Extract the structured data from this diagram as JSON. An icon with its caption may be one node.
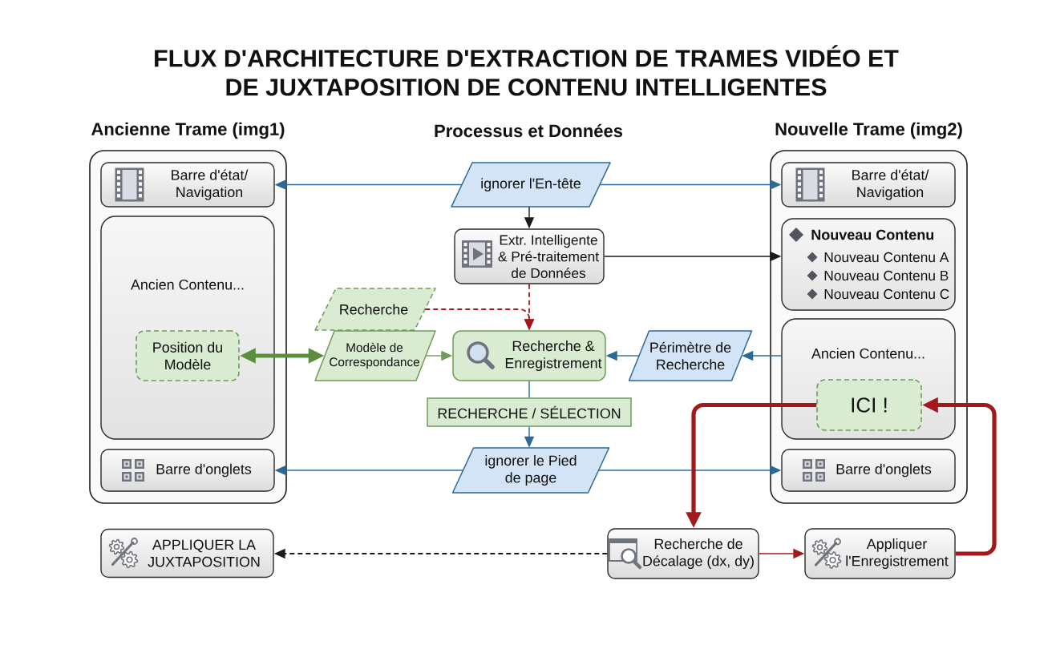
{
  "diagram": {
    "title": "FLUX D'ARCHITECTURE D'EXTRACTION DE TRAMES VIDÉO ET DE JUXTAPOSITION DE CONTENU INTELLIGENTES",
    "nodes": [
      {
        "text": [
          "Ancienne Trame (img1)"
        ]
      },
      {
        "text": [
          "Barre d'état/ Navigation"
        ],
        "in": 0
      },
      {
        "text": [
          "Ancien Contenu..."
        ],
        "in": 0
      },
      {
        "text": [
          "Position du Modèle"
        ],
        "in": 2
      },
      {
        "text": [
          "Barre d'onglets"
        ],
        "in": 0
      },
      {
        "text": [
          "Nouvelle Trame (img2)"
        ]
      },
      {
        "text": [
          "Barre d'état/ Navigation"
        ],
        "in": 5
      },
      {
        "text": [
          "Nouveau Contenu",
          "Nouveau Contenu A",
          "Nouveau Contenu B",
          "Nouveau Contenu C"
        ],
        "in": 5
      },
      {
        "text": [
          "Ancien Contenu..."
        ],
        "in": 5
      },
      {
        "text": [
          "ICI !"
        ],
        "in": 8
      },
      {
        "text": [
          "Barre d'onglets"
        ],
        "in": 5
      },
      {
        "text": [
          "ignorer l'En-tête"
        ]
      },
      {
        "text": [
          "Extr. Intelligente & Pré-traitement de Données"
        ]
      },
      {
        "text": [
          "Recherche"
        ]
      },
      {
        "text": [
          "Modèle de Correspondance"
        ]
      },
      {
        "text": [
          "Recherche & Enregistrement"
        ]
      },
      {
        "text": [
          "Périmètre de Recherche"
        ]
      },
      {
        "text": [
          "RECHERCHE / SÉLECTION"
        ]
      },
      {
        "text": [
          "ignorer le Pied de page"
        ]
      },
      {
        "text": [
          "APPLIQUER LA JUXTAPOSITION"
        ]
      },
      {
        "text": [
          "Recherche de Décalage (dx, dy)"
        ]
      },
      {
        "text": [
          "Appliquer l'Enregistrement"
        ]
      }
    ],
    "edges": [
      {
        "from": 11,
        "to": 1,
        "arrow": "to"
      },
      {
        "from": 11,
        "to": 6,
        "arrow": "to"
      },
      {
        "from": 11,
        "to": 12,
        "arrow": "to",
        "color": "#1a1a1a"
      },
      {
        "from": 12,
        "to": 7,
        "arrow": "to",
        "color": "#1a1a1a"
      },
      {
        "from": 12,
        "to": 15,
        "arrow": "to",
        "style": "dashed",
        "color": "#a3191b"
      },
      {
        "from": 13,
        "to": 15,
        "arrow": "to",
        "style": "dashed",
        "color": "#a3191b"
      },
      {
        "from": 3,
        "to": 14,
        "arrow": "both",
        "style": "thick",
        "color": "#5b8f3e"
      },
      {
        "from": 14,
        "to": 15,
        "arrow": "to",
        "color": "#6f9c5b"
      },
      {
        "from": 16,
        "to": 15,
        "arrow": "to"
      },
      {
        "from": 8,
        "to": 16,
        "arrow": "to"
      },
      {
        "from": 15,
        "to": 17,
        "arrow": "none"
      },
      {
        "from": 17,
        "to": 18,
        "arrow": "to"
      },
      {
        "from": 18,
        "to": 4,
        "arrow": "to"
      },
      {
        "from": 18,
        "to": 10,
        "arrow": "to"
      },
      {
        "from": 9,
        "to": 20,
        "arrow": "to",
        "style": "thick",
        "color": "#a3191b"
      },
      {
        "from": 20,
        "to": 21,
        "arrow": "to",
        "color": "#a3191b"
      },
      {
        "from": 21,
        "to": 9,
        "arrow": "to",
        "style": "thick",
        "color": "#a3191b"
      },
      {
        "from": 20,
        "to": 19,
        "arrow": "to",
        "style": "dashed",
        "color": "#1a1a1a"
      }
    ],
    "labels": [
      "Processus et Données"
    ]
  }
}
